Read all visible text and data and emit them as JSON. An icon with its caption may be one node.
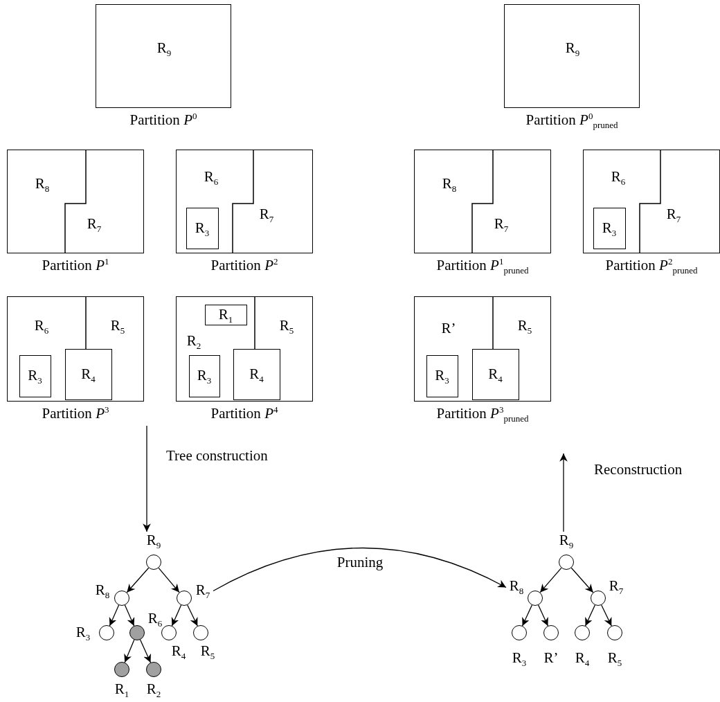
{
  "diagram": {
    "nodes": [
      {
        "text": [
          "Partition *P*$^{0}$"
        ]
      },
      {
        "text": [
          "R$_{9}$"
        ],
        "in": 0
      },
      {
        "text": [
          "Partition *P*$^{1}$"
        ]
      },
      {
        "text": [
          "R$_{8}$"
        ],
        "in": 2
      },
      {
        "text": [
          "R$_{7}$"
        ],
        "in": 2
      },
      {
        "text": [
          "Partition *P*$^{2}$"
        ]
      },
      {
        "text": [
          "R$_{6}$"
        ],
        "in": 5
      },
      {
        "text": [
          "R$_{3}$"
        ],
        "in": 5
      },
      {
        "text": [
          "R$_{7}$"
        ],
        "in": 5
      },
      {
        "text": [
          "Partition *P*$^{3}$"
        ]
      },
      {
        "text": [
          "R$_{6}$"
        ],
        "in": 9
      },
      {
        "text": [
          "R$_{5}$"
        ],
        "in": 9
      },
      {
        "text": [
          "R$_{3}$"
        ],
        "in": 9
      },
      {
        "text": [
          "R$_{4}$"
        ],
        "in": 9
      },
      {
        "text": [
          "Partition *P*$^{4}$"
        ]
      },
      {
        "text": [
          "R$_{1}$"
        ],
        "in": 14
      },
      {
        "text": [
          "R$_{5}$"
        ],
        "in": 14
      },
      {
        "text": [
          "R$_{2}$"
        ],
        "in": 14
      },
      {
        "text": [
          "R$_{3}$"
        ],
        "in": 14
      },
      {
        "text": [
          "R$_{4}$"
        ],
        "in": 14
      },
      {
        "text": [
          "Partition *P*$^{0}$$_{pruned}$"
        ]
      },
      {
        "text": [
          "R$_{9}$"
        ],
        "in": 20
      },
      {
        "text": [
          "Partition *P*$^{1}$$_{pruned}$"
        ]
      },
      {
        "text": [
          "R$_{8}$"
        ],
        "in": 22
      },
      {
        "text": [
          "R$_{7}$"
        ],
        "in": 22
      },
      {
        "text": [
          "Partition *P*$^{2}$$_{pruned}$"
        ]
      },
      {
        "text": [
          "R$_{6}$"
        ],
        "in": 25
      },
      {
        "text": [
          "R$_{3}$"
        ],
        "in": 25
      },
      {
        "text": [
          "R$_{7}$"
        ],
        "in": 25
      },
      {
        "text": [
          "Partition *P*$^{3}$$_{pruned}$"
        ]
      },
      {
        "text": [
          "R’"
        ],
        "in": 29
      },
      {
        "text": [
          "R$_{5}$"
        ],
        "in": 29
      },
      {
        "text": [
          "R$_{3}$"
        ],
        "in": 29
      },
      {
        "text": [
          "R$_{4}$"
        ],
        "in": 29
      },
      {
        "text": [],
        "shape": "circle",
        "beside": [
          "R$_{9}$"
        ]
      },
      {
        "text": [],
        "shape": "circle",
        "beside": [
          "R$_{8}$"
        ]
      },
      {
        "text": [],
        "shape": "circle",
        "beside": [
          "R$_{7}$"
        ]
      },
      {
        "text": [],
        "shape": "circle",
        "beside": [
          "R$_{3}$"
        ]
      },
      {
        "text": [],
        "shape": "circle",
        "beside": [
          "R$_{6}$"
        ]
      },
      {
        "text": [],
        "shape": "circle",
        "beside": [
          "R$_{4}$"
        ]
      },
      {
        "text": [],
        "shape": "circle",
        "beside": [
          "R$_{5}$"
        ]
      },
      {
        "text": [],
        "shape": "circle",
        "beside": [
          "R$_{1}$"
        ]
      },
      {
        "text": [],
        "shape": "circle",
        "beside": [
          "R$_{2}$"
        ]
      },
      {
        "text": [],
        "shape": "circle",
        "beside": [
          "R$_{9}$"
        ]
      },
      {
        "text": [],
        "shape": "circle",
        "beside": [
          "R$_{8}$"
        ]
      },
      {
        "text": [],
        "shape": "circle",
        "beside": [
          "R$_{7}$"
        ]
      },
      {
        "text": [],
        "shape": "circle",
        "beside": [
          "R$_{3}$"
        ]
      },
      {
        "text": [],
        "shape": "circle",
        "beside": [
          "R’"
        ]
      },
      {
        "text": [],
        "shape": "circle",
        "beside": [
          "R$_{4}$"
        ]
      },
      {
        "text": [],
        "shape": "circle",
        "beside": [
          "R$_{5}$"
        ]
      }
    ],
    "edges": [
      {
        "from": 34,
        "to": 35,
        "arrow": "to"
      },
      {
        "from": 34,
        "to": 36,
        "arrow": "to"
      },
      {
        "from": 35,
        "to": 37,
        "arrow": "to"
      },
      {
        "from": 35,
        "to": 38,
        "arrow": "to"
      },
      {
        "from": 36,
        "to": 39,
        "arrow": "to"
      },
      {
        "from": 36,
        "to": 40,
        "arrow": "to"
      },
      {
        "from": 38,
        "to": 41,
        "arrow": "to"
      },
      {
        "from": 38,
        "to": 42,
        "arrow": "to"
      },
      {
        "from": 43,
        "to": 44,
        "arrow": "to"
      },
      {
        "from": 43,
        "to": 45,
        "arrow": "to"
      },
      {
        "from": 44,
        "to": 46,
        "arrow": "to"
      },
      {
        "from": 44,
        "to": 47,
        "arrow": "to"
      },
      {
        "from": 45,
        "to": 48,
        "arrow": "to"
      },
      {
        "from": 45,
        "to": 49,
        "arrow": "to"
      },
      {
        "from": null,
        "to": 34,
        "arrow": "to",
        "label": "Tree construction"
      },
      {
        "from": 43,
        "to": null,
        "arrow": "to",
        "label": "Reconstruction"
      },
      {
        "from": 36,
        "to": 44,
        "arrow": "to",
        "label": "Pruning"
      }
    ]
  }
}
